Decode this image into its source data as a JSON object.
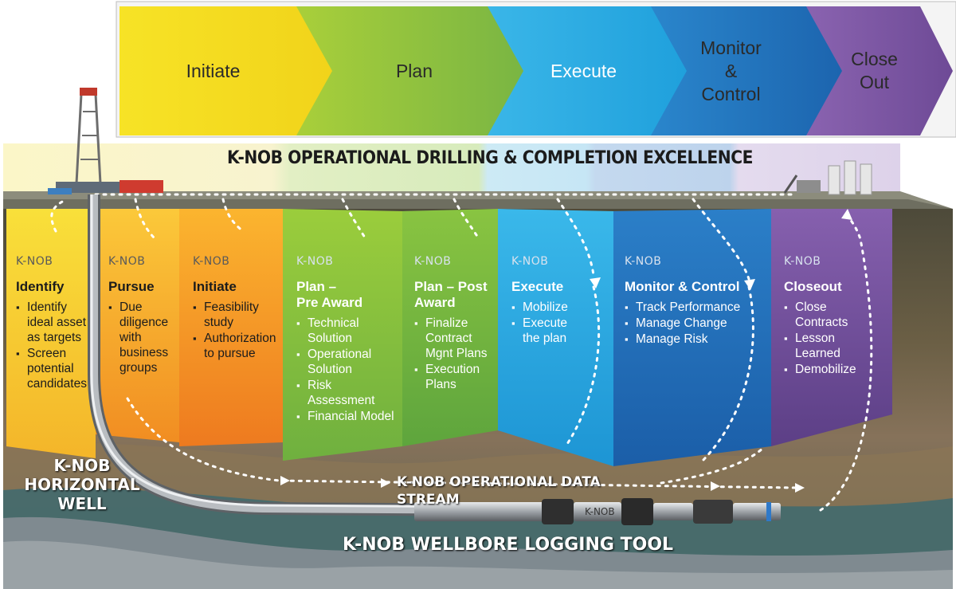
{
  "phases": [
    {
      "label": "Initiate"
    },
    {
      "label": "Plan"
    },
    {
      "label": "Execute"
    },
    {
      "label": "Monitor\n&\nControl"
    },
    {
      "label": "Close\nOut"
    }
  ],
  "banner": "K-NOB OPERATIONAL DRILLING & COMPLETION EXCELLENCE",
  "logo_text": "K-NOB",
  "panels": [
    {
      "title": "Identify",
      "items": [
        "Identify\nideal asset\nas targets",
        "Screen\npotential\ncandidates"
      ]
    },
    {
      "title": "Pursue",
      "items": [
        "Due\ndiligence\nwith\nbusiness\ngroups"
      ]
    },
    {
      "title": "Initiate",
      "items": [
        "Feasibility\nstudy",
        "Authorization\nto pursue"
      ]
    },
    {
      "title": "Plan –\nPre Award",
      "items": [
        "Technical\nSolution",
        "Operational\nSolution",
        "Risk\nAssessment",
        "Financial Model"
      ]
    },
    {
      "title": "Plan – Post\nAward",
      "items": [
        "Finalize\nContract\nMgnt Plans",
        "Execution\nPlans"
      ]
    },
    {
      "title": "Execute",
      "items": [
        "Mobilize",
        "Execute\nthe plan"
      ]
    },
    {
      "title": "Monitor & Control",
      "items": [
        "Track Performance",
        "Manage Change",
        "Manage Risk"
      ]
    },
    {
      "title": "Closeout",
      "items": [
        "Close\nContracts",
        "Lesson\nLearned",
        "Demobilize"
      ]
    }
  ],
  "well_label": "K-NOB\nHORIZONTAL\nWELL",
  "data_stream_label": "K-NOB OPERATIONAL DATA STREAM",
  "logging_tool_label": "K-NOB WELLBORE LOGGING TOOL",
  "tool_logo": "K-NOB",
  "colors": {
    "yellow": "#f3dc1c",
    "green": "#8cc63f",
    "blue_light": "#29abe2",
    "blue": "#1f78c1",
    "purple": "#7d57a3"
  }
}
